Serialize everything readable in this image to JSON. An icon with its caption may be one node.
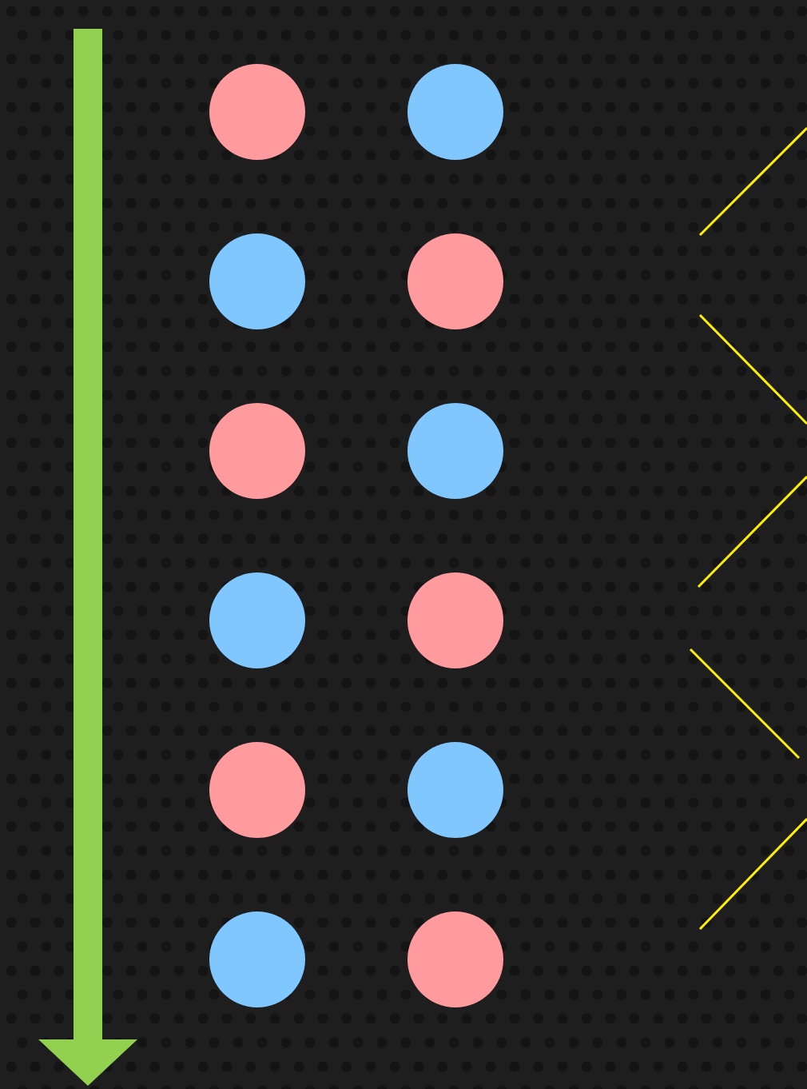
{
  "diagram": {
    "nodes": [
      {
        "text": [],
        "shape": "circle"
      },
      {
        "text": [],
        "shape": "circle"
      },
      {
        "text": [],
        "shape": "circle"
      },
      {
        "text": [],
        "shape": "circle"
      },
      {
        "text": [],
        "shape": "circle"
      },
      {
        "text": [],
        "shape": "circle"
      },
      {
        "text": [],
        "shape": "circle"
      },
      {
        "text": [],
        "shape": "circle"
      },
      {
        "text": [],
        "shape": "circle"
      },
      {
        "text": [],
        "shape": "circle"
      },
      {
        "text": [],
        "shape": "circle"
      },
      {
        "text": [],
        "shape": "circle"
      }
    ]
  }
}
